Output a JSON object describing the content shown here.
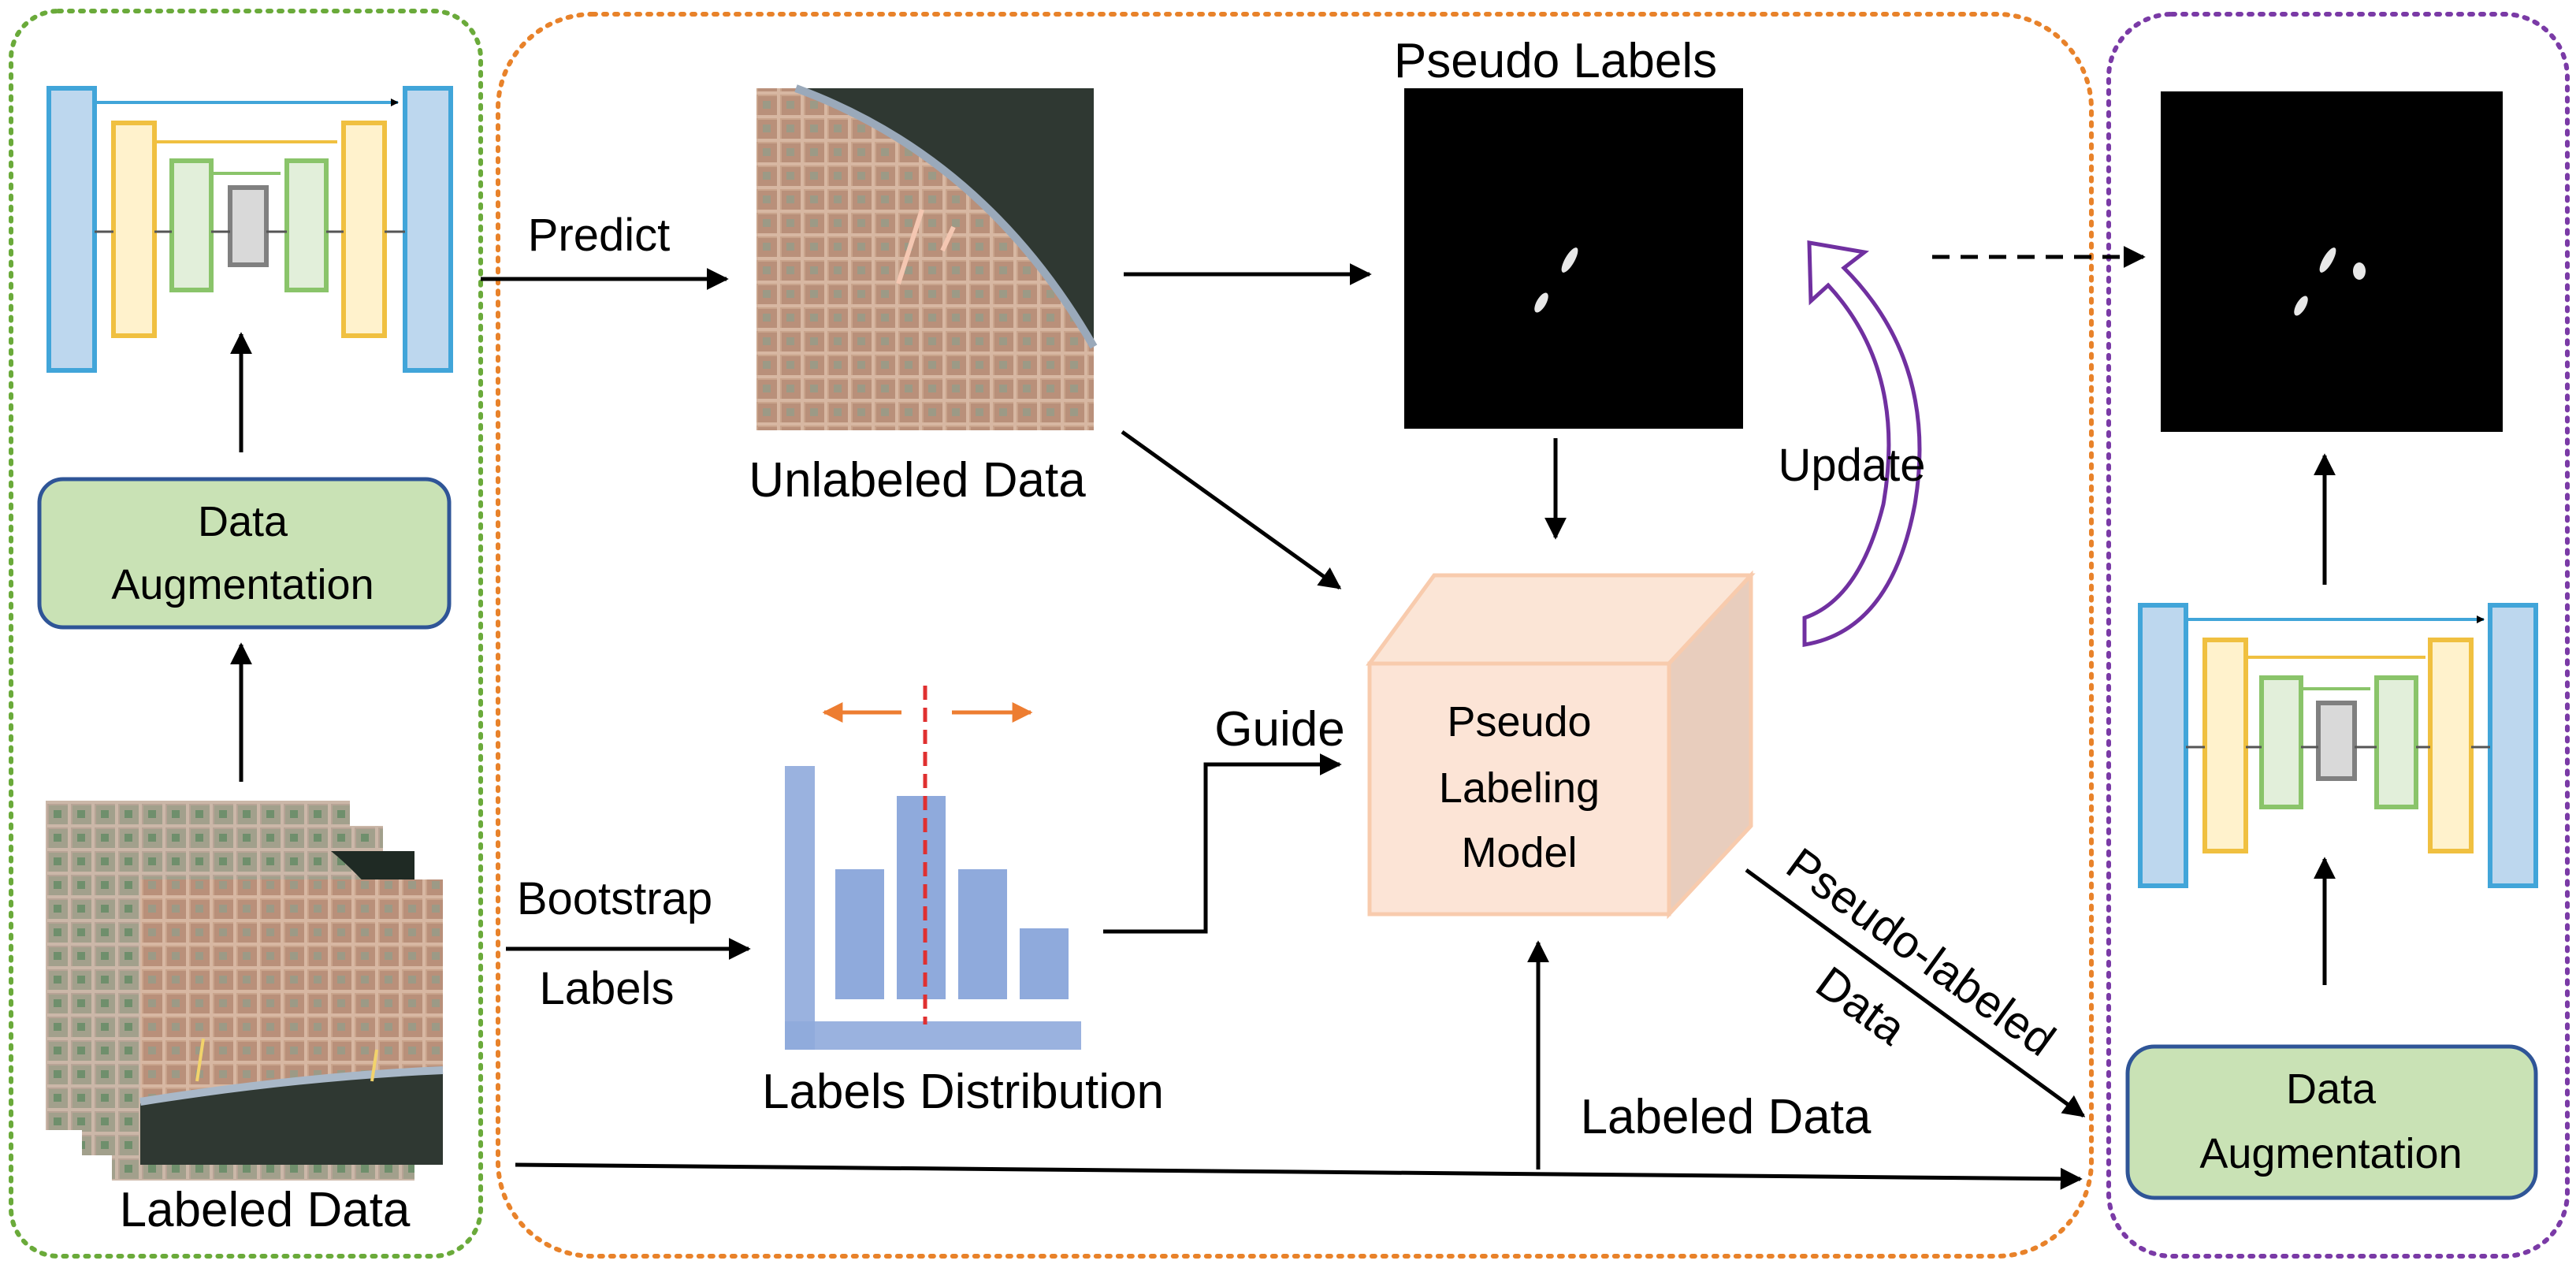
{
  "labels": {
    "pseudo_labels": "Pseudo Labels",
    "predict": "Predict",
    "unlabeled_data": "Unlabeled Data",
    "update": "Update",
    "data_aug_left_line1": "Data",
    "data_aug_left_line2": "Augmentation",
    "guide": "Guide",
    "model_line1": "Pseudo",
    "model_line2": "Labeling",
    "model_line3": "Model",
    "bootstrap": "Bootstrap",
    "labels_word": "Labels",
    "labels_distribution": "Labels Distribution",
    "pseudo_labeled": "Pseudo-labeled",
    "data_word": "Data",
    "labeled_data_bottom": "Labeled Data",
    "labeled_data_left": "Labeled Data",
    "data_aug_right_line1": "Data",
    "data_aug_right_line2": "Augmentation"
  },
  "histogram": {
    "values": [
      0.55,
      0.86,
      0.55,
      0.3
    ]
  },
  "colors": {
    "green_dotted": "#6aaa3a",
    "orange_dotted": "#e8822a",
    "purple_dotted": "#7a3aa6",
    "aug_box_fill": "#c9e2b5",
    "aug_box_stroke": "#2f5597",
    "bar_blue": "#8faadc",
    "cube_fill": "#fce4d6",
    "cube_stroke": "#f4b183",
    "update_arrow": "#7030a0",
    "dash_red": "#e03030",
    "orange_arrow": "#ed7d31"
  }
}
